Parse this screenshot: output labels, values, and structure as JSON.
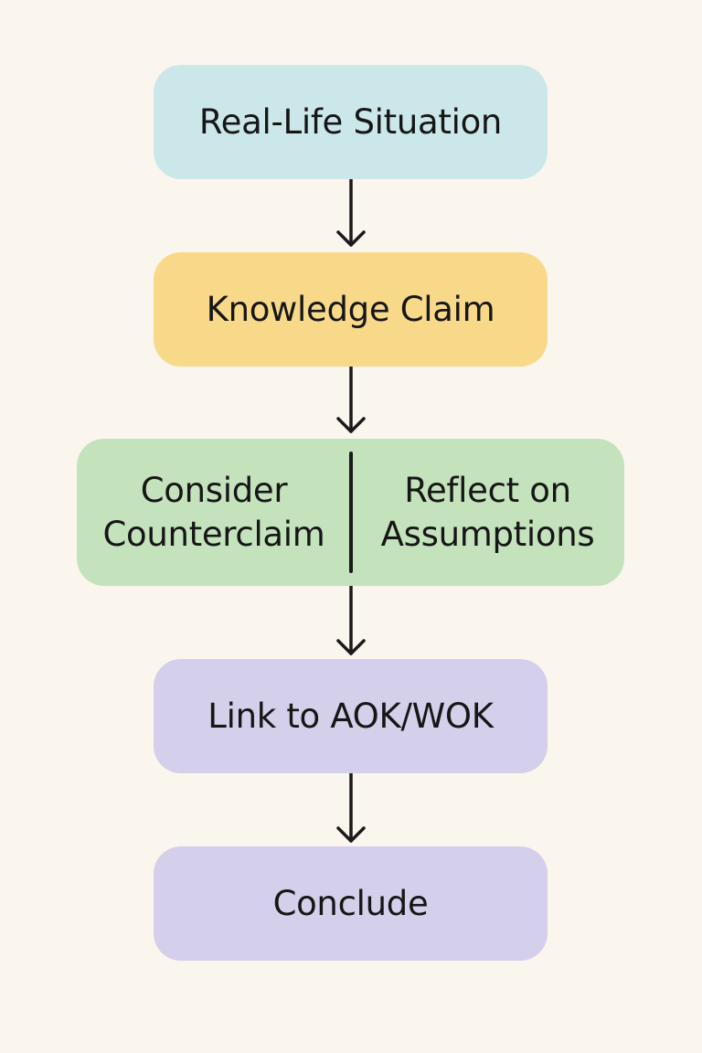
{
  "colors": {
    "background": "#faf6ee",
    "step_blue": "#cce7ea",
    "step_yellow": "#f8d98a",
    "step_green": "#c4e3bd",
    "step_purple": "#d4cfea",
    "arrow": "#1a1a1a"
  },
  "steps": [
    {
      "label": "Real-Life Situation"
    },
    {
      "label": "Knowledge Claim"
    },
    {
      "left_lines": [
        "Consider",
        "Counterclaim"
      ],
      "right_lines": [
        "Reflect on",
        "Assumptions"
      ]
    },
    {
      "label": "Link to AOK/WOK"
    },
    {
      "label": "Conclude"
    }
  ]
}
